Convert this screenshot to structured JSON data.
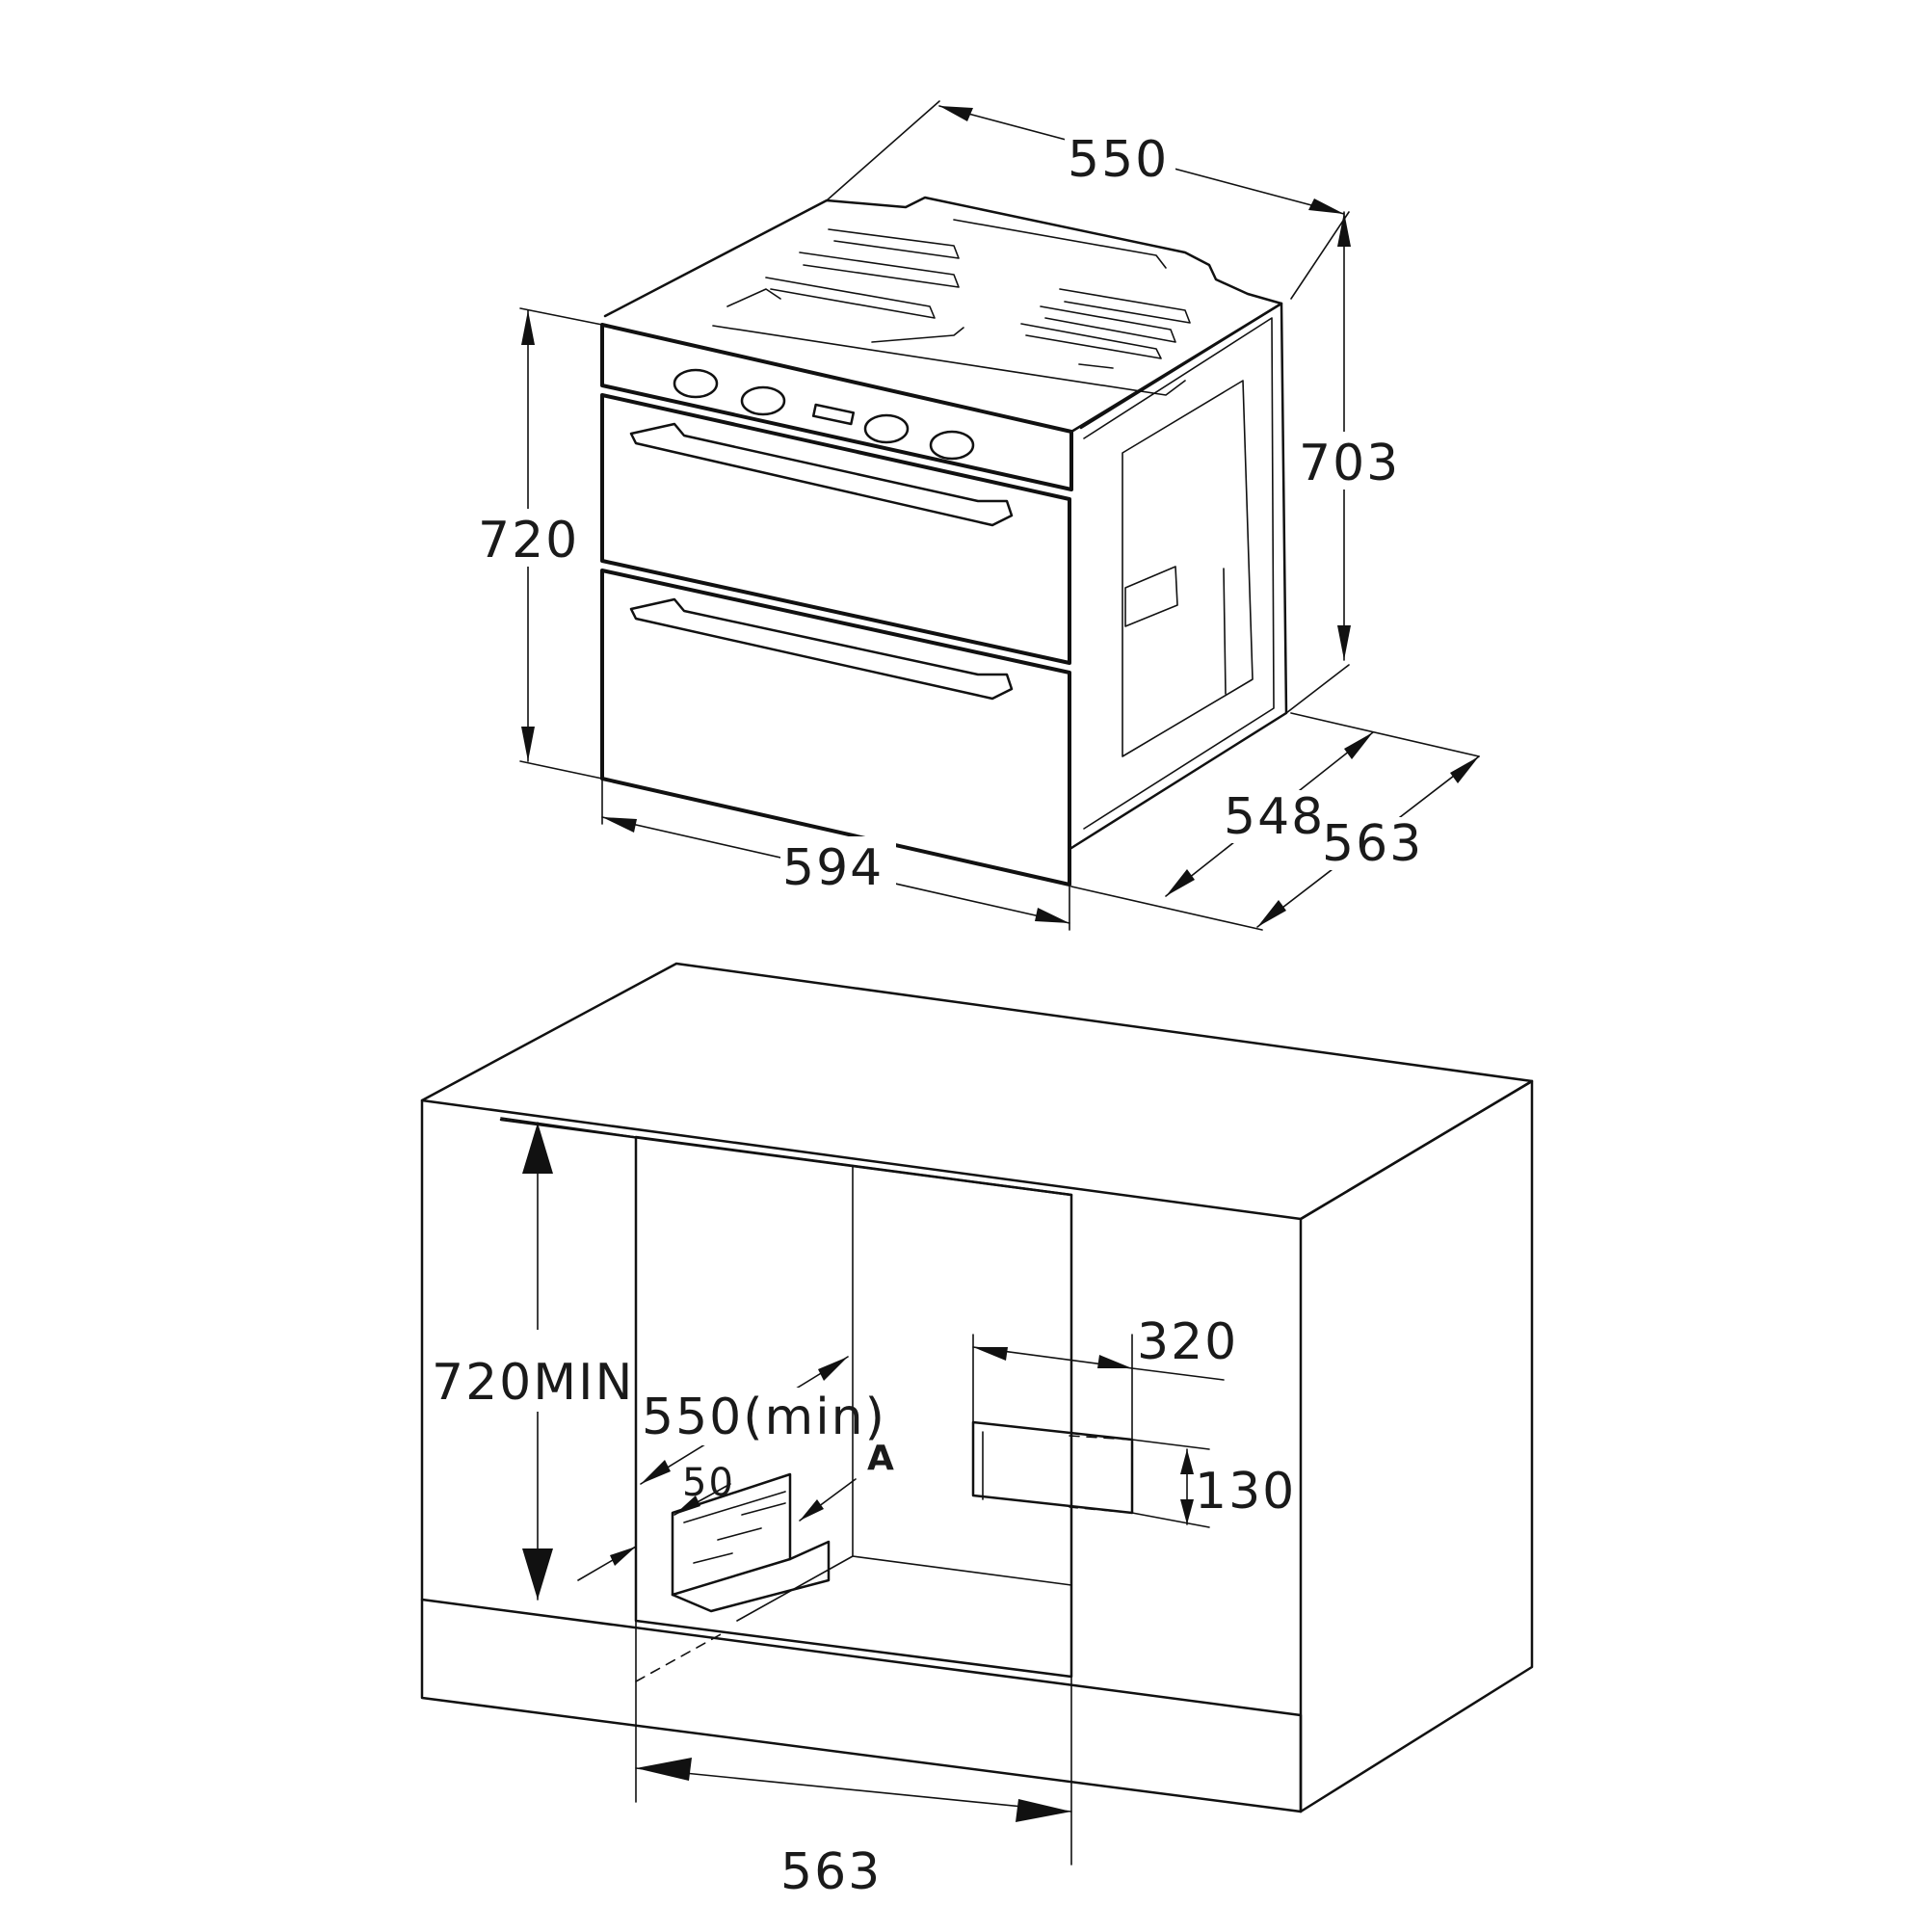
{
  "oven": {
    "depth_label": "550",
    "width_label": "594",
    "height_label": "720",
    "body_height_label": "703",
    "depth_body_label": "548",
    "depth_total_label": "563"
  },
  "cabinet": {
    "height_label": "720MIN",
    "depth_label": "550(min)",
    "gap_label": "50",
    "callout_label": "A",
    "vent_width_label": "320",
    "vent_height_label": "130",
    "width_label": "563"
  }
}
